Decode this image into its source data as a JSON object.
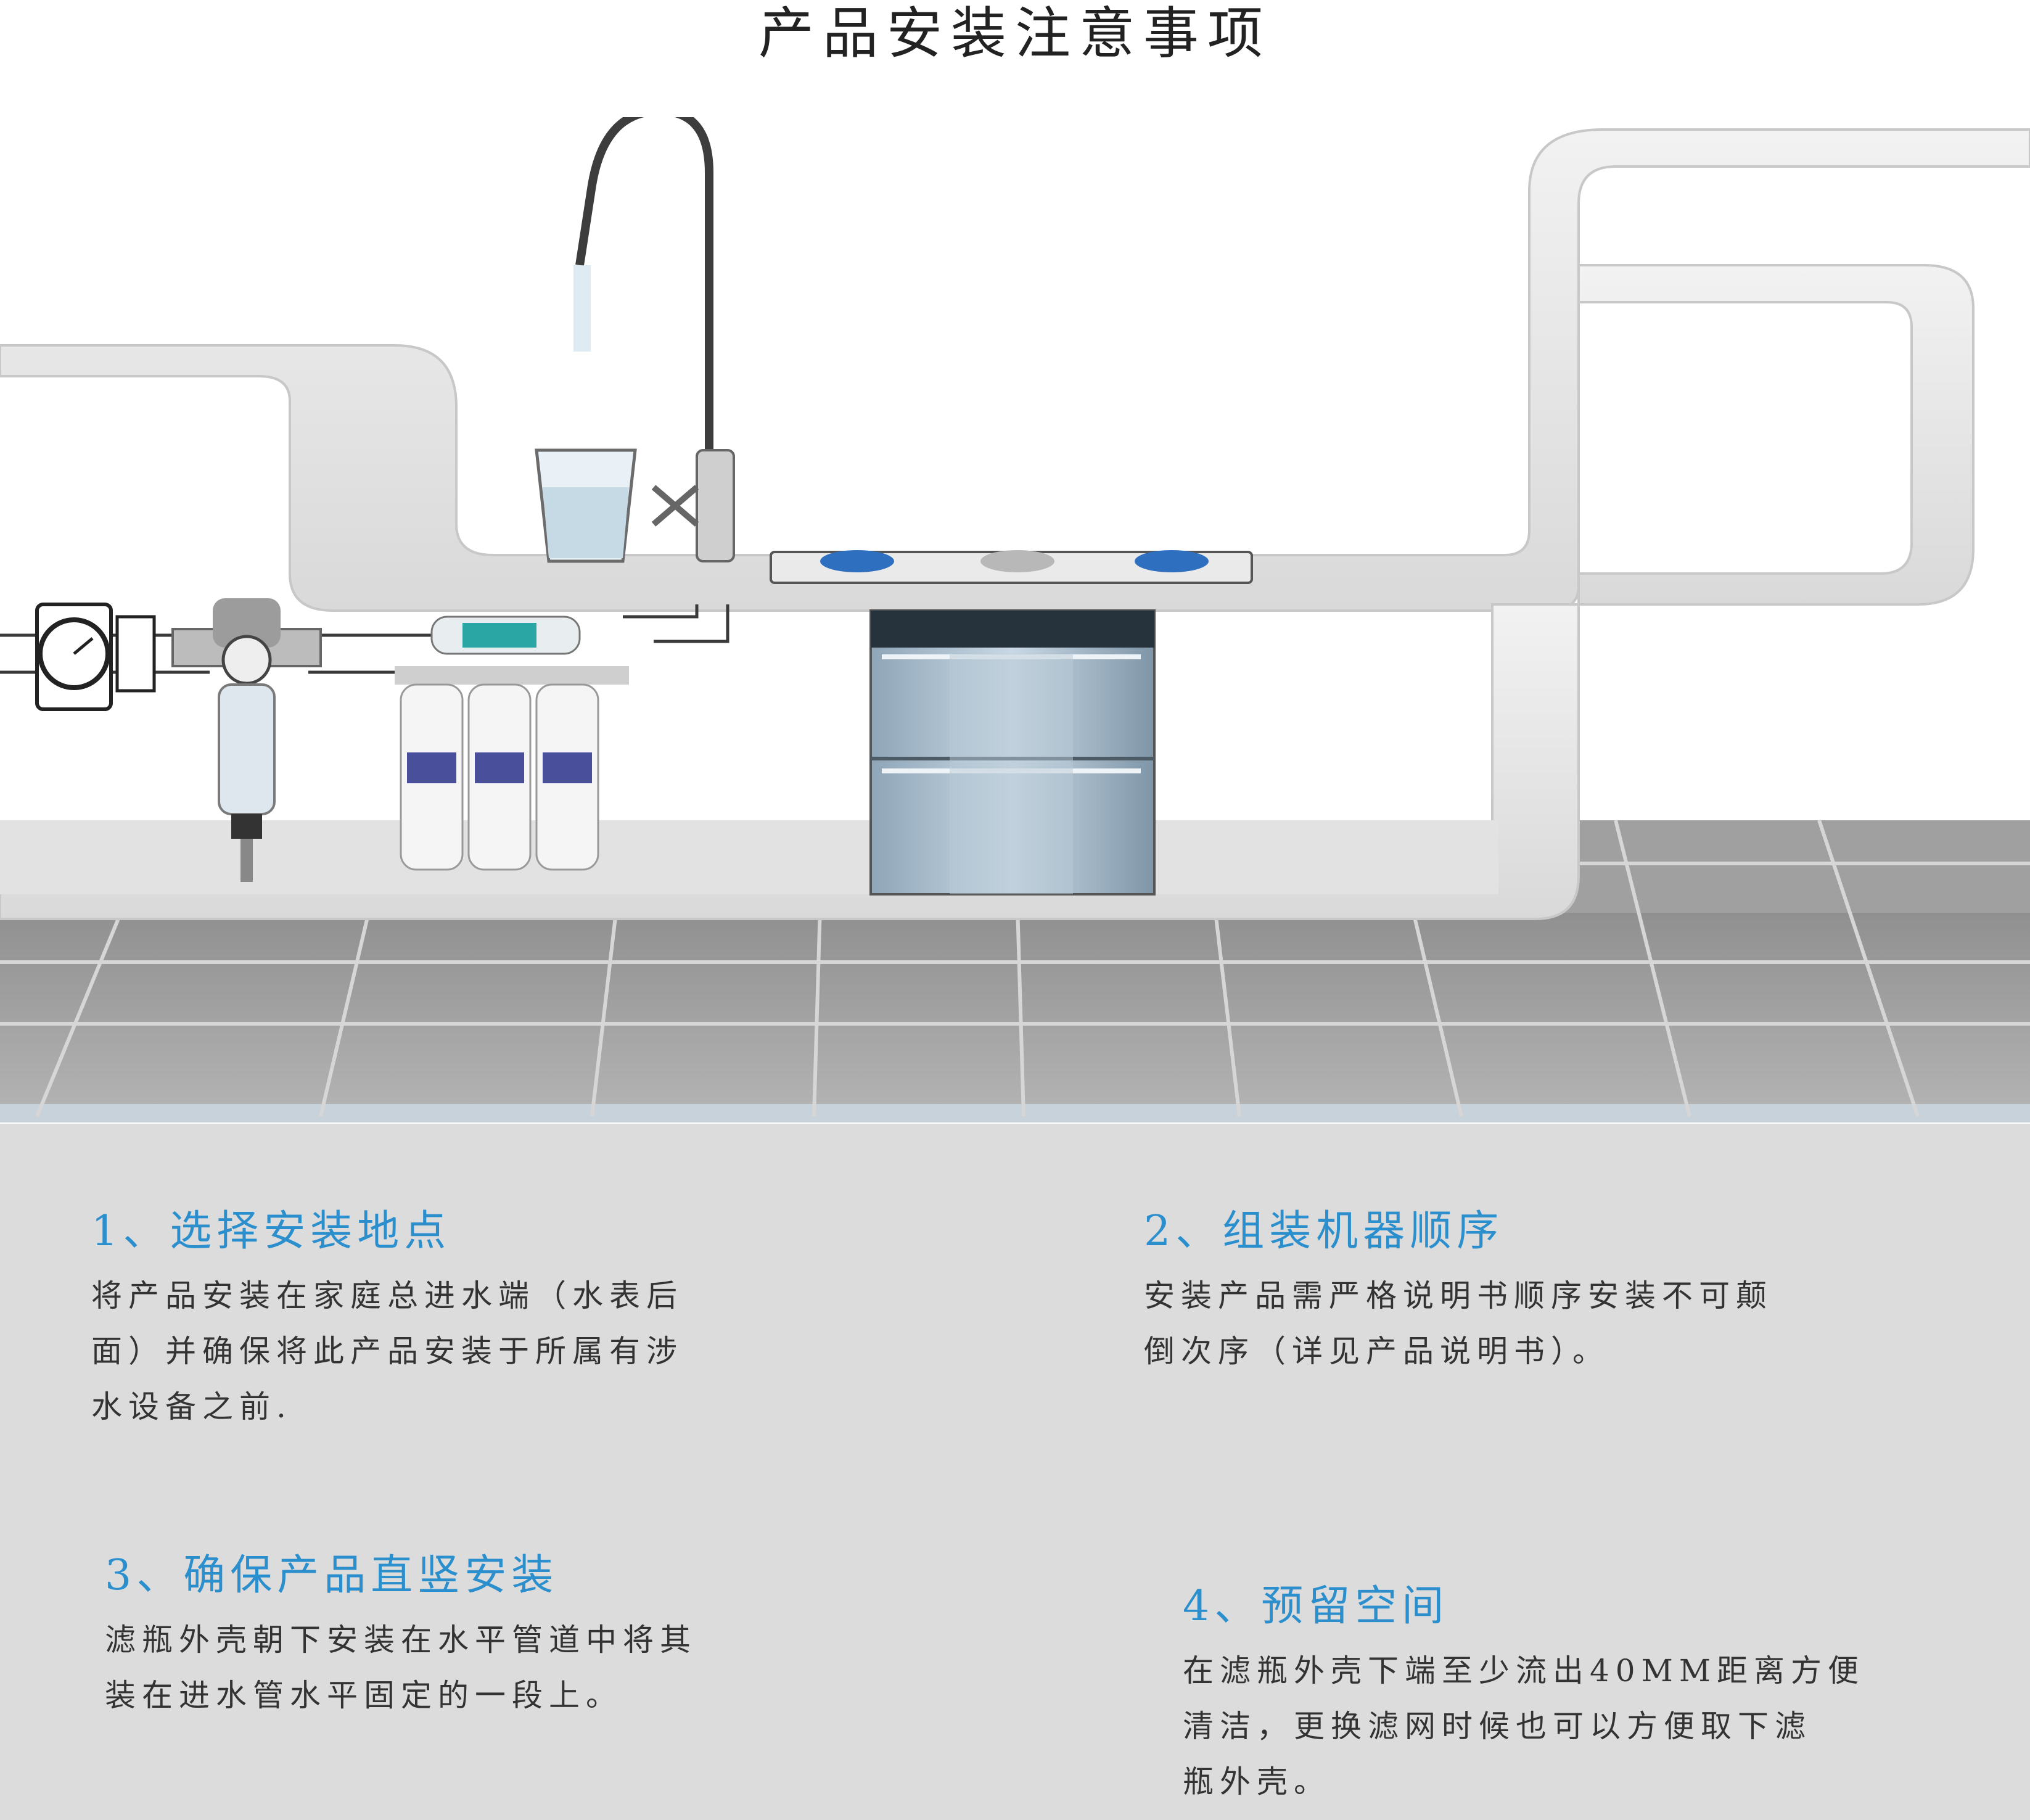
{
  "page": {
    "title": "产品安装注意事项"
  },
  "colors": {
    "heading_blue": "#2c8fcd",
    "body_text": "#333333",
    "info_bg": "#dcdcdc",
    "floor_tile": "#a6a6a6",
    "shelf": "#e9e9e9"
  },
  "illustration": {
    "items": [
      "water-meter-icon",
      "prefilter-icon",
      "ro-purifier-icon",
      "faucet-icon",
      "glass-icon",
      "stove-icon",
      "dishwasher-cabinet-icon"
    ]
  },
  "notes": [
    {
      "heading": "1、选择安装地点",
      "lines": [
        "将产品安装在家庭总进水端（水表后",
        "面）并确保将此产品安装于所属有涉",
        "水设备之前."
      ]
    },
    {
      "heading": "2、组装机器顺序",
      "lines": [
        "安装产品需严格说明书顺序安装不可颠",
        "倒次序（详见产品说明书）。"
      ]
    },
    {
      "heading": "3、确保产品直竖安装",
      "lines": [
        "滤瓶外壳朝下安装在水平管道中将其",
        "装在进水管水平固定的一段上。"
      ]
    },
    {
      "heading": "4、预留空间",
      "lines": [
        "在滤瓶外壳下端至少流出40MM距离方便",
        "清洁，更换滤网时候也可以方便取下滤",
        "瓶外壳。"
      ]
    }
  ]
}
